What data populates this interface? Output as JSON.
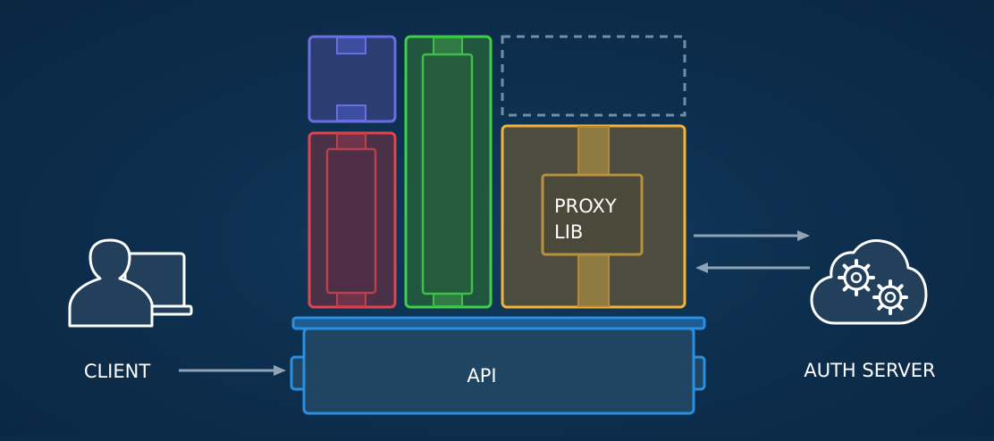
{
  "labels": {
    "client": "CLIENT",
    "api": "API",
    "proxy_line1": "PROXY",
    "proxy_line2": "LIB",
    "auth_server": "AUTH SERVER"
  },
  "icons": {
    "client": "user-laptop-icon",
    "auth_server": "cloud-gears-icon"
  },
  "colors": {
    "background": "#0c2d4c",
    "api": "#2a8fe0",
    "blue_module": "#6a6fe0",
    "red_module": "#e0454f",
    "green_module": "#3fcf4a",
    "proxy_module": "#f2b23c",
    "placeholder": "#6f8ea8",
    "arrow": "#8ea3b5"
  }
}
